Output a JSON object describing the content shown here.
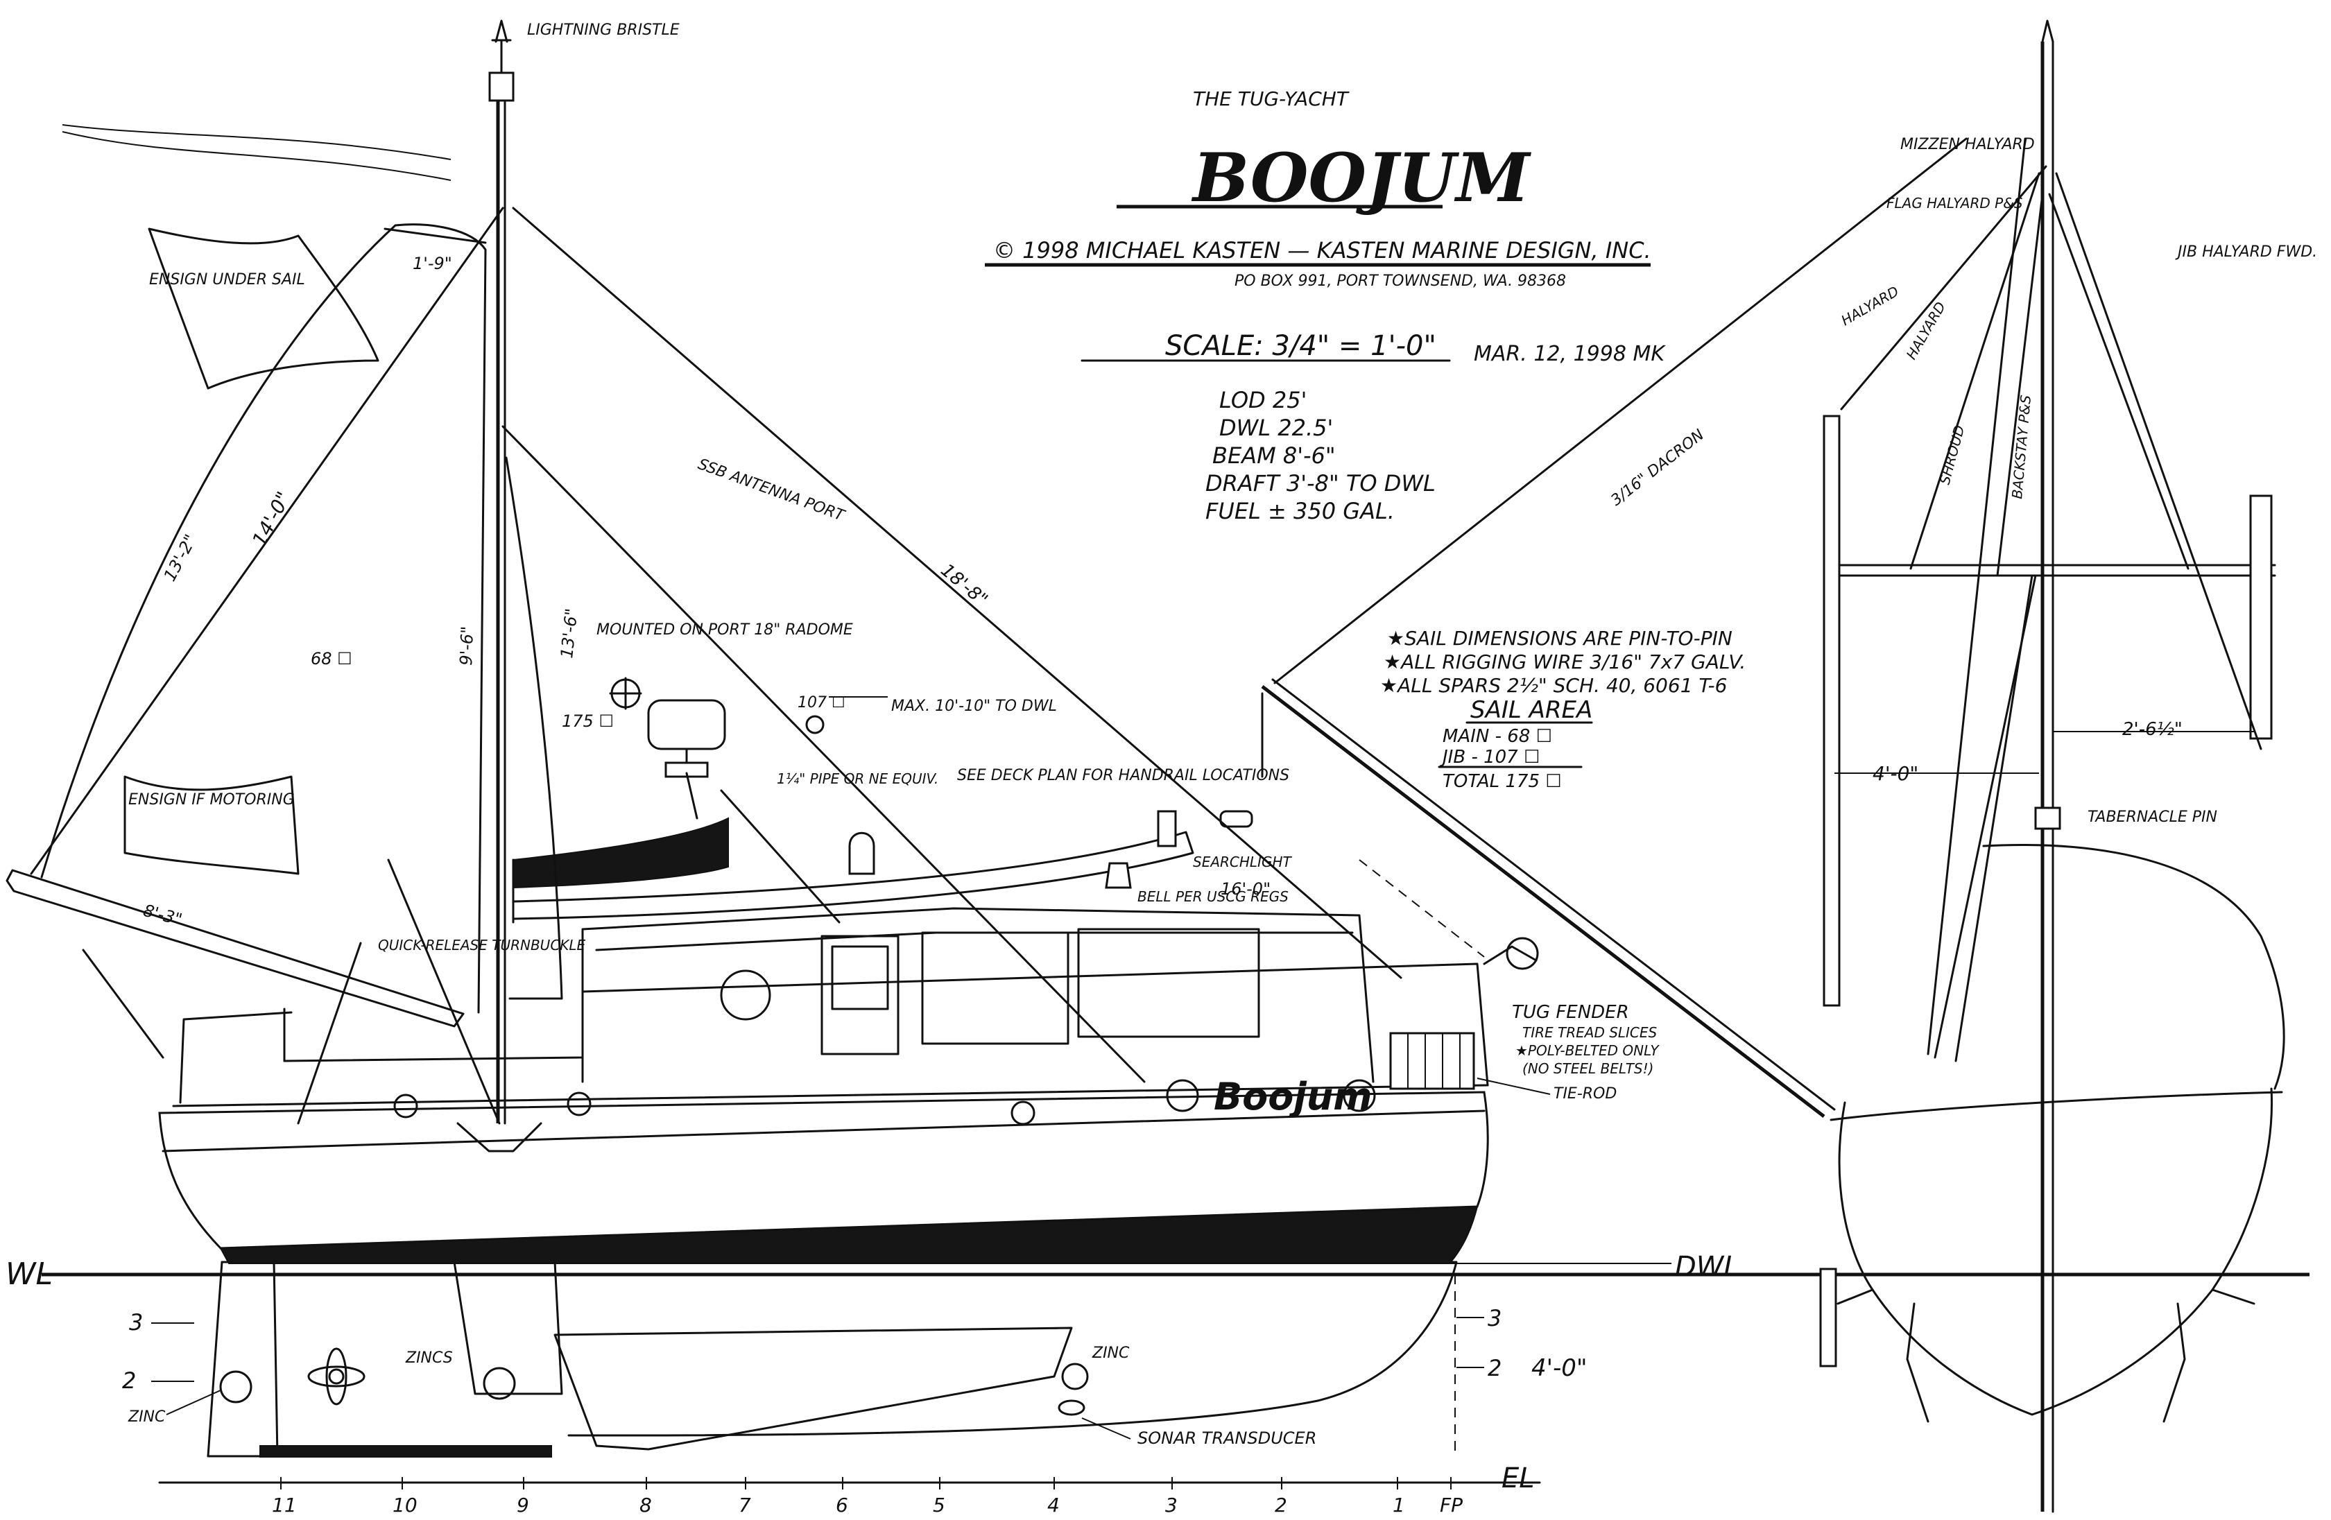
{
  "title_block": {
    "subtitle": "THE TUG-YACHT",
    "name": "BOOJUM",
    "copyright": "© 1998 MICHAEL KASTEN — KASTEN MARINE DESIGN, INC.",
    "address": "PO BOX 991, PORT TOWNSEND, WA. 98368",
    "scale": "SCALE: 3/4\" = 1'-0\"",
    "date": "MAR. 12, 1998 MK"
  },
  "particulars": [
    "LOD 25'",
    "DWL 22.5'",
    "BEAM 8'-6\"",
    "DRAFT 3'-8\" TO DWL",
    "FUEL ± 350 GAL."
  ],
  "notes": [
    "★SAIL DIMENSIONS ARE PIN-TO-PIN",
    "★ALL RIGGING WIRE 3/16\" 7x7 GALV.",
    "★ALL SPARS 2½\" SCH. 40, 6061 T-6"
  ],
  "sail_area": {
    "heading": "SAIL AREA",
    "rows": [
      "MAIN - 68 ☐",
      "JIB - 107 ☐",
      "TOTAL 175 ☐"
    ]
  },
  "labels": {
    "lightning_bristle": "LIGHTNING BRISTLE",
    "ensign_under_sail": "ENSIGN UNDER SAIL",
    "ensign_if_motoring": "ENSIGN IF MOTORING",
    "dim_1_9": "1'-9\"",
    "dim_13_2": "13'-2\"",
    "dim_14_0": "14'-0\"",
    "dim_8_3": "8'-3\"",
    "main_area": "68 ☐",
    "dim_9_6": "9'-6\"",
    "dim_13_6": "13'-6\"",
    "ssb_antenna": "SSB ANTENNA PORT",
    "dim_18_8": "18'-8\"",
    "jib_area": "107 ☐",
    "max_height": "MAX. 10'-10\" TO DWL",
    "radome": "MOUNTED ON PORT 18\" RADOME",
    "total_area": "175 ☐",
    "pipe": "1¼\" PIPE OR NE EQUIV.",
    "deck_plan": "SEE DECK PLAN FOR HANDRAIL LOCATIONS",
    "searchlight": "SEARCHLIGHT",
    "dim_16_0": "16'-0\"",
    "bell": "BELL PER USCG REGS",
    "quick_release": "QUICK-RELEASE TURNBUCKLE",
    "dacron": "3/16\" DACRON",
    "tug_fender": "TUG FENDER",
    "fender_1": "TIRE TREAD SLICES",
    "fender_2": "★POLY-BELTED ONLY",
    "fender_3": "(NO STEEL BELTS!)",
    "tie_rod": "TIE-ROD",
    "hull_name": "Boojum",
    "wl_left": "WL",
    "dwl": "DWL",
    "el": "EL",
    "zinc": "ZINC",
    "zincs": "ZINCS",
    "zinc2": "ZINC",
    "sonar": "SONAR TRANSDUCER",
    "depth_4_0": "4'-0\"",
    "wl3_left": "3",
    "wl2_left": "2",
    "wl3_right": "3",
    "wl2_right": "2",
    "mizzen_halyard": "MIZZEN HALYARD",
    "flag_halyard": "FLAG HALYARD P&S",
    "jib_halyard": "JIB HALYARD FWD.",
    "halyard1": "HALYARD",
    "halyard2": "HALYARD",
    "shroud": "SHROUD",
    "backstay": "BACKSTAY P&S",
    "dim_4_0_beam": "4'-0\"",
    "dim_2_6": "2'-6½\"",
    "tabernacle_pin": "TABERNACLE PIN"
  },
  "stations": [
    "11",
    "10",
    "9",
    "8",
    "7",
    "6",
    "5",
    "4",
    "3",
    "2",
    "1",
    "FP"
  ]
}
